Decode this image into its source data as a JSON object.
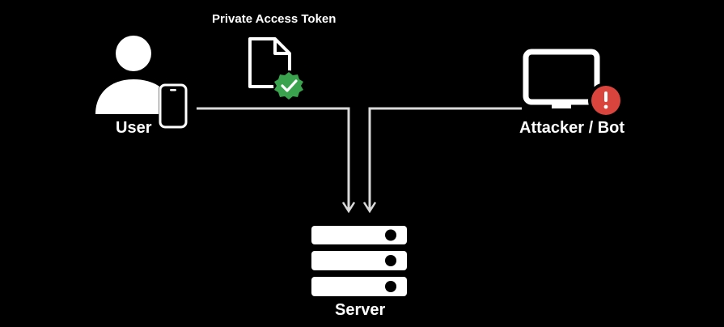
{
  "nodes": {
    "token": {
      "label": "Private Access Token",
      "icon": "document-verified-icon"
    },
    "user": {
      "label": "User",
      "icon": "person-icon",
      "device_icon": "phone-icon"
    },
    "attacker": {
      "label": "Attacker / Bot",
      "icon": "monitor-icon",
      "alert_icon": "exclamation-icon"
    },
    "server": {
      "label": "Server",
      "icon": "server-stack-icon"
    }
  },
  "edges": [
    {
      "from": "User",
      "to": "Server"
    },
    {
      "from": "Attacker / Bot",
      "to": "Server"
    }
  ],
  "colors": {
    "background": "#000000",
    "foreground": "#ffffff",
    "line": "#d9d9d9",
    "verified": "#3aa34d",
    "alert": "#d9453d"
  }
}
